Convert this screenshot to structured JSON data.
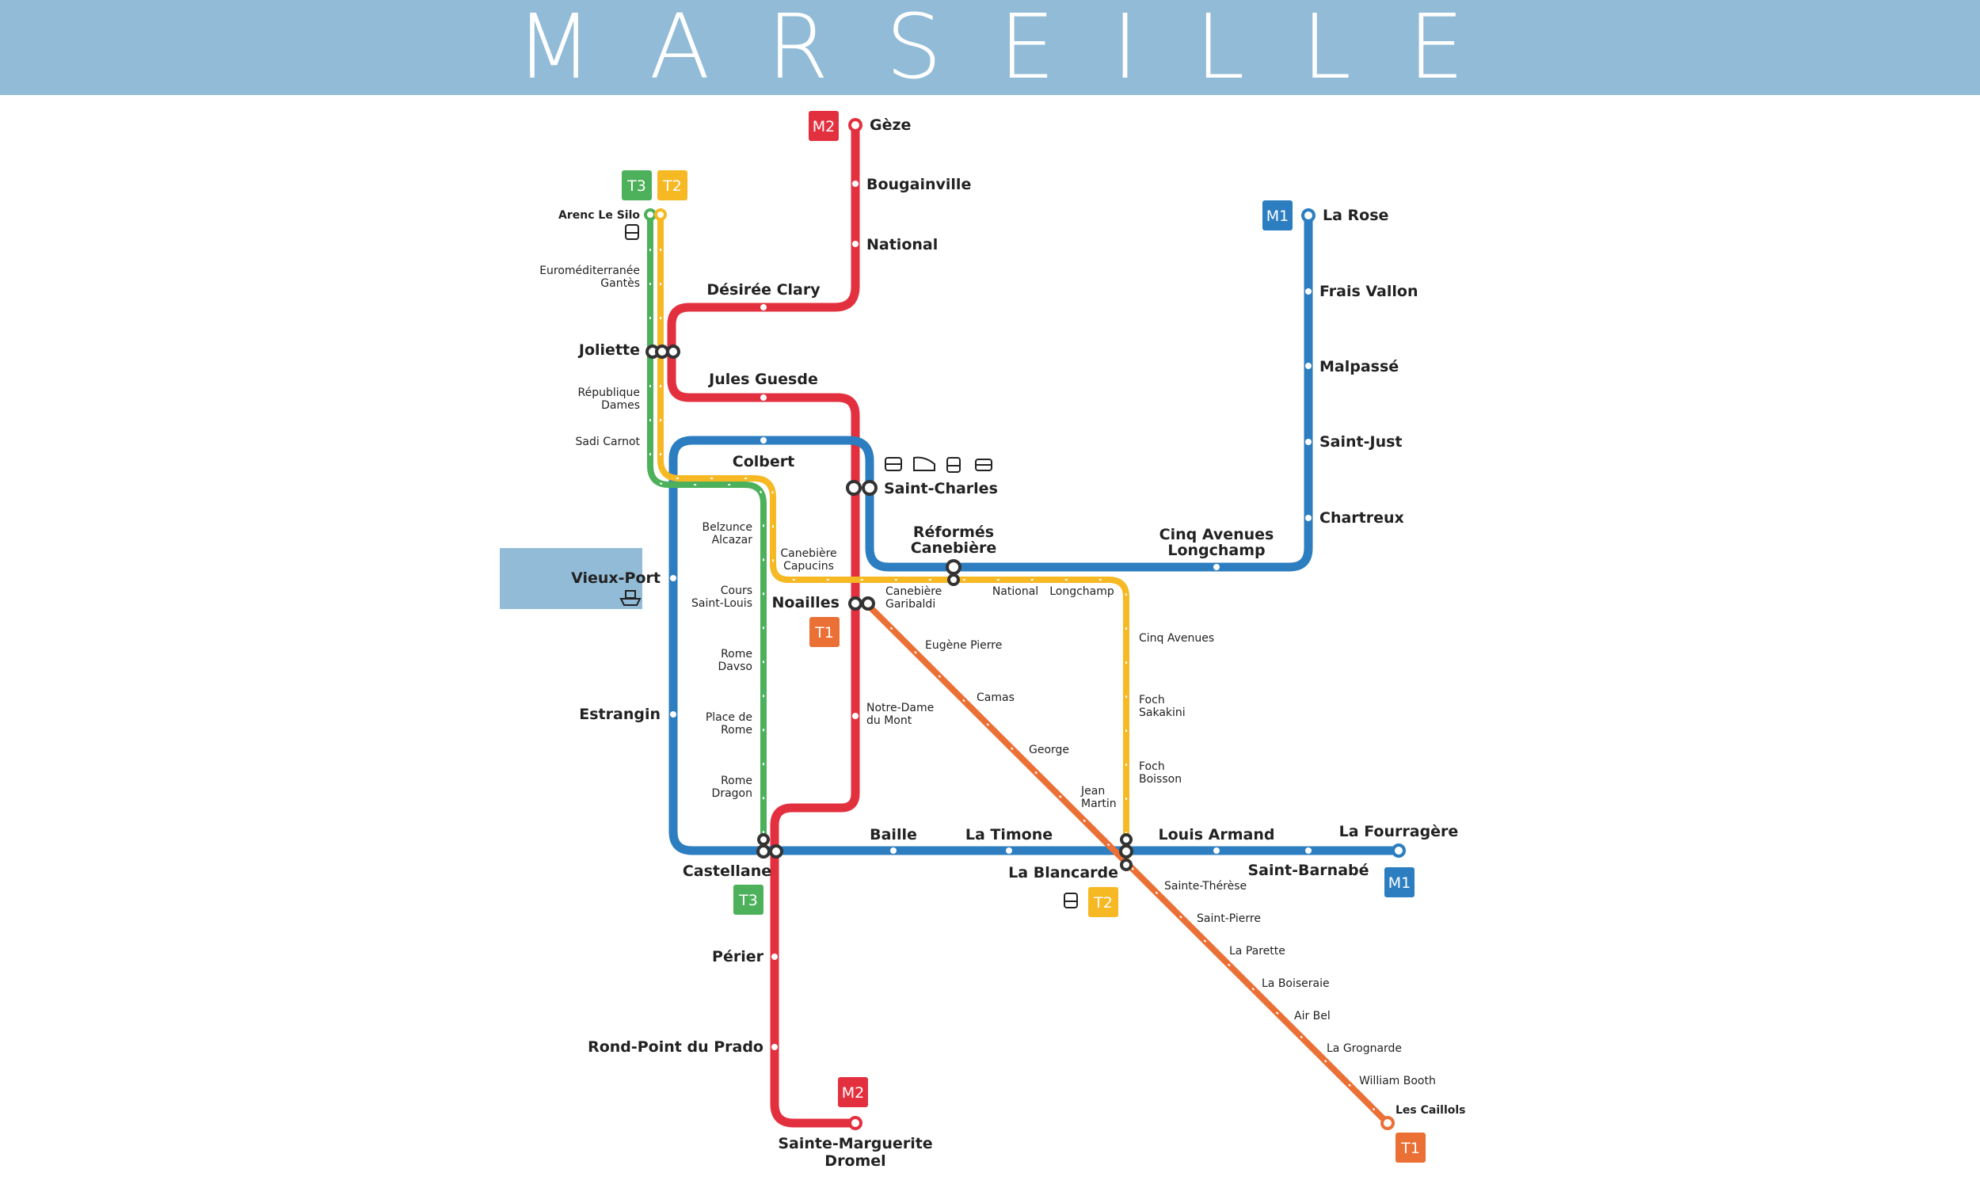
{
  "title": "MARSEILLE",
  "colors": {
    "m1": "#2c7ec0",
    "m2": "#e3303f",
    "t1": "#eb7035",
    "t2": "#f6b823",
    "t3": "#4db15b",
    "sea": "#91bbd6"
  },
  "badges": {
    "m1": "M1",
    "m2": "M2",
    "t1": "T1",
    "t2": "T2",
    "t3": "T3"
  },
  "stations": {
    "geze": "Gèze",
    "bougainville": "Bougainville",
    "national_m2": "National",
    "desiree_clary": "Désirée Clary",
    "joliette": "Joliette",
    "jules_guesde": "Jules Guesde",
    "colbert": "Colbert",
    "saint_charles": "Saint-Charles",
    "noailles": "Noailles",
    "notre_dame_1": "Notre-Dame",
    "notre_dame_2": "du Mont",
    "castellane": "Castellane",
    "perier": "Périer",
    "rond_point": "Rond-Point du Prado",
    "sainte_marguerite_1": "Sainte-Marguerite",
    "sainte_marguerite_2": "Dromel",
    "la_rose": "La Rose",
    "frais_vallon": "Frais Vallon",
    "malpasse": "Malpassé",
    "saint_just": "Saint-Just",
    "chartreux": "Chartreux",
    "cinq_avenues_longchamp_1": "Cinq Avenues",
    "cinq_avenues_longchamp_2": "Longchamp",
    "reformes_1": "Réformés",
    "reformes_2": "Canebière",
    "vieux_port": "Vieux-Port",
    "estrangin": "Estrangin",
    "baille": "Baille",
    "la_timone": "La Timone",
    "louis_armand": "Louis Armand",
    "saint_barnabe": "Saint-Barnabé",
    "la_fourragere": "La Fourragère",
    "la_blancarde": "La Blancarde",
    "arenc": "Arenc Le Silo",
    "euromed_1": "Euroméditerranée",
    "euromed_2": "Gantès",
    "republique_1": "République",
    "republique_2": "Dames",
    "sadi_carnot": "Sadi Carnot",
    "belsunce_1": "Belzunce",
    "belsunce_2": "Alcazar",
    "cours_st_louis_1": "Cours",
    "cours_st_louis_2": "Saint-Louis",
    "rome_davso_1": "Rome",
    "rome_davso_2": "Davso",
    "place_de_rome_1": "Place de",
    "place_de_rome_2": "Rome",
    "rome_dragon_1": "Rome",
    "rome_dragon_2": "Dragon",
    "canebiere_capucins_1": "Canebière",
    "canebiere_capucins_2": "Capucins",
    "canebiere_garibaldi_1": "Canebière",
    "canebiere_garibaldi_2": "Garibaldi",
    "national_t2": "National",
    "longchamp_t2": "Longchamp",
    "cinq_avenues_t2": "Cinq Avenues",
    "foch_sakakini_1": "Foch",
    "foch_sakakini_2": "Sakakini",
    "foch_boisson_1": "Foch",
    "foch_boisson_2": "Boisson",
    "eugene_pierre": "Eugène Pierre",
    "camas": "Camas",
    "george": "George",
    "jean_martin_1": "Jean",
    "jean_martin_2": "Martin",
    "sainte_therese": "Sainte-Thérèse",
    "saint_pierre": "Saint-Pierre",
    "la_parette": "La Parette",
    "la_boiseraie": "La Boiseraie",
    "air_bel": "Air Bel",
    "la_grognarde": "La Grognarde",
    "william_booth": "William Booth",
    "les_caillols": "Les Caillols"
  },
  "icons": [
    "bus-icon",
    "train-icon",
    "tram-icon",
    "coach-icon",
    "ferry-icon"
  ]
}
